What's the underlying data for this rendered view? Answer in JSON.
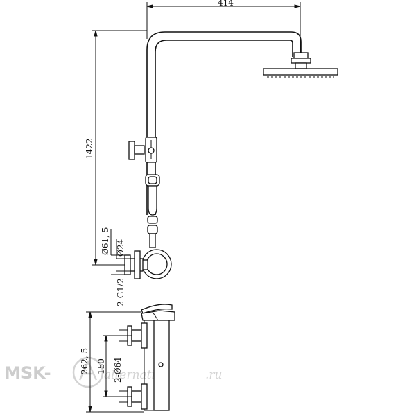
{
  "dimensions": {
    "top_width": "414",
    "total_height": "1422",
    "dia_outer": "Ø61, 5",
    "dia_inner": "Ø24",
    "thread_top": "2-G1/2",
    "height_mixer": "262, 5",
    "spacing": "150",
    "dia_bottom": "2-Ø64"
  },
  "watermark": {
    "brand": "MSK-",
    "sub": "alternativa",
    "suffix": ".ru"
  }
}
